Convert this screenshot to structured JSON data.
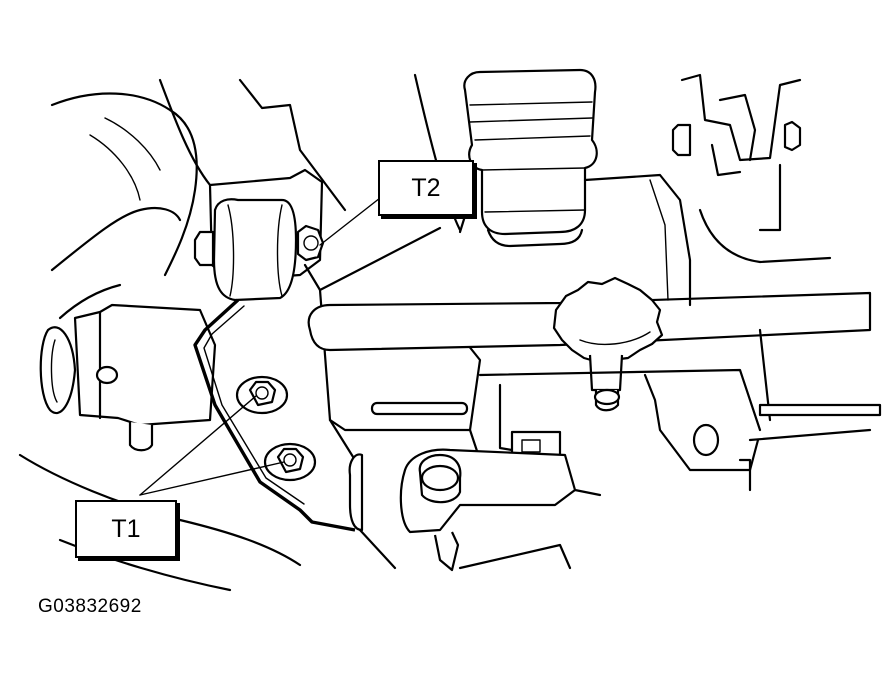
{
  "callouts": {
    "t2": "T2",
    "t1": "T1"
  },
  "caption": "G03832692"
}
